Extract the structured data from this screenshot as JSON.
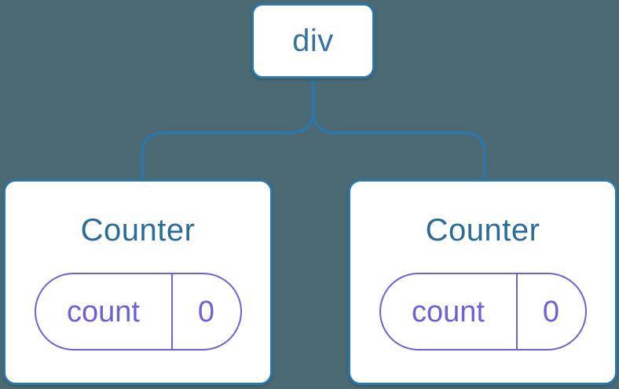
{
  "diagram": {
    "description": "React component tree with state",
    "root": {
      "label": "div"
    },
    "children": [
      {
        "title": "Counter",
        "state": {
          "key": "count",
          "value": "0"
        }
      },
      {
        "title": "Counter",
        "state": {
          "key": "count",
          "value": "0"
        }
      }
    ]
  },
  "colors": {
    "background": "#4b6a74",
    "node_fill": "#ffffff",
    "node_border": "#2b77ab",
    "connector_line": "#2b77ab",
    "root_label_text": "#35749f",
    "component_title_text": "#2a6c99",
    "state_accent": "#6a62d8"
  }
}
